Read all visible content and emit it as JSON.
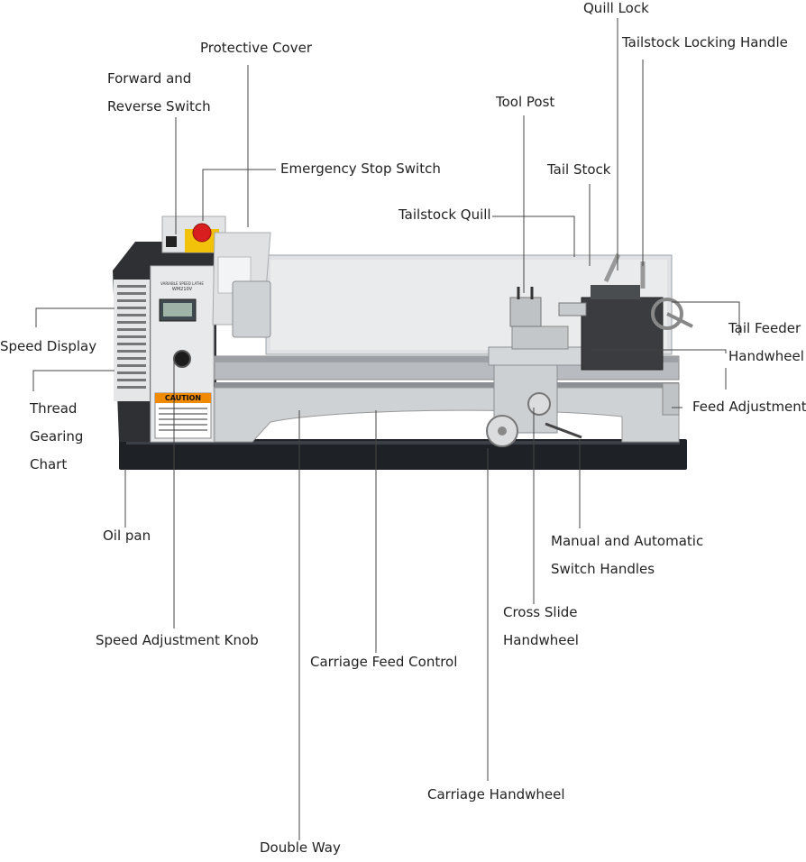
{
  "labels": {
    "quill_lock": "Quill Lock",
    "tailstock_locking_handle": "Tailstock Locking Handle",
    "protective_cover": "Protective Cover",
    "forward_reverse_1": "Forward and",
    "forward_reverse_2": "Reverse Switch",
    "tool_post": "Tool Post",
    "emergency_stop": "Emergency Stop Switch",
    "tail_stock": "Tail Stock",
    "tailstock_quill": "Tailstock Quill",
    "tail_feeder_1": "Tail Feeder",
    "tail_feeder_2": "Handwheel",
    "speed_display": "Speed Display",
    "feed_adjustment": "Feed Adjustment",
    "thread_1": "Thread",
    "thread_2": "Gearing",
    "thread_3": "Chart",
    "oil_pan": "Oil pan",
    "manual_auto_1": "Manual and Automatic",
    "manual_auto_2": "Switch Handles",
    "cross_slide_1": "Cross Slide",
    "cross_slide_2": "Handwheel",
    "speed_adjust_knob": "Speed Adjustment Knob",
    "carriage_feed": "Carriage Feed Control",
    "carriage_handwheel": "Carriage Handwheel",
    "double_way": "Double Way"
  },
  "machine": {
    "panel_label": "VARIABLE SPEED LATHE",
    "model": "WM210V",
    "caution": "CAUTION"
  },
  "colors": {
    "line": "#444444",
    "body": "#c9ccd0",
    "dark": "#2b2b2b",
    "pan": "#1e2226",
    "stop_red": "#d81e1e",
    "switch_yellow": "#f2c20a",
    "caution_orange": "#f08a00"
  }
}
